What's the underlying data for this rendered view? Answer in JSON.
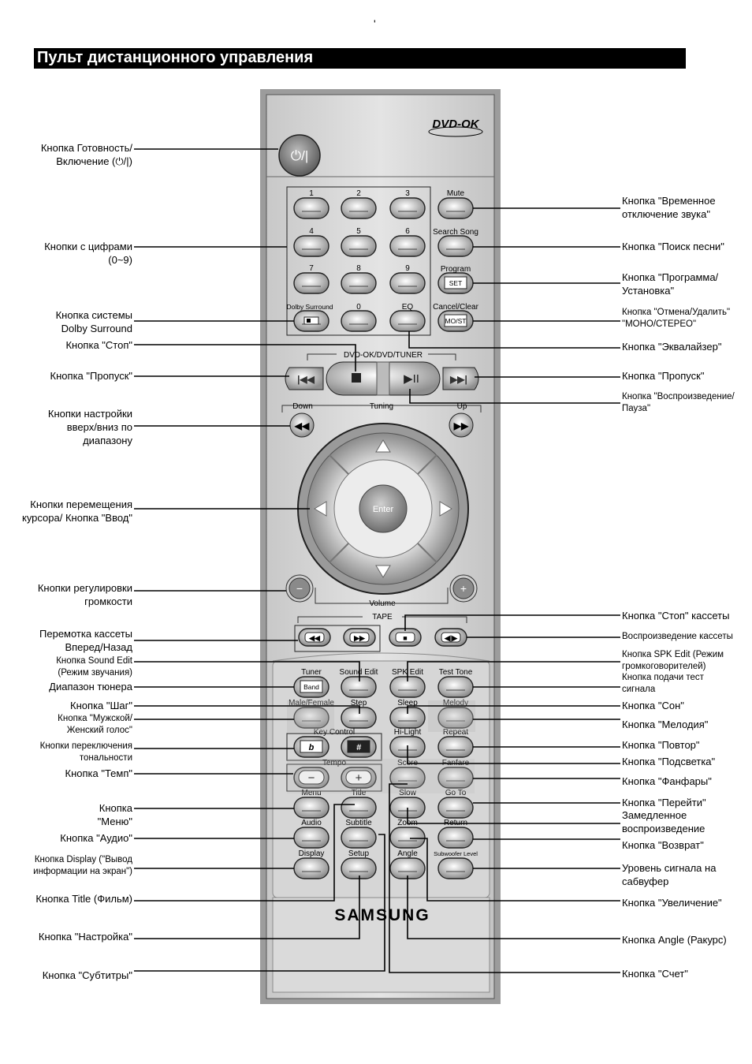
{
  "top_mark": "'",
  "title": "Пульт дистанционного управления",
  "remote": {
    "logo": "DVD-OK",
    "brand": "SAMSUNG",
    "power_symbol": "⏻/|",
    "num": [
      "1",
      "2",
      "3",
      "4",
      "5",
      "6",
      "7",
      "8",
      "9",
      "0"
    ],
    "mute": "Mute",
    "search_song": "Search Song",
    "program": "Program",
    "set": "SET",
    "dolby": "Dolby Surround",
    "eq": "EQ",
    "cancel": "Cancel/Clear",
    "mo_st": "MO/ST",
    "group_dvd": "DVD-OK/DVD/TUNER",
    "down": "Down",
    "tuning": "Tuning",
    "up": "Up",
    "enter": "Enter",
    "volume": "Volume",
    "tape": "TAPE",
    "tuner": "Tuner",
    "band": "Band",
    "sound_edit": "Sound Edit",
    "spk_edit": "SPK Edit",
    "test_tone": "Test Tone",
    "male_female": "Male/Female",
    "step": "Step",
    "sleep": "Sleep",
    "melody": "Melody",
    "key_control": "Key Control",
    "flat": "b",
    "sharp": "#",
    "hi_light": "Hi-Light",
    "repeat": "Repeat",
    "tempo": "Tempo",
    "score": "Score",
    "fanfare": "Fanfare",
    "menu": "Menu",
    "title_btn": "Title",
    "slow": "Slow",
    "go_to": "Go To",
    "audio": "Audio",
    "subtitle": "Subtitle",
    "zoom": "Zoom",
    "return": "Return",
    "display": "Display",
    "setup": "Setup",
    "angle": "Angle",
    "subwoofer": "Subwoofer Level"
  },
  "labels_left": [
    "Кнопка Готовность/\nВключение (⏻/|)",
    "Кнопки с цифрами\n(0~9)",
    "Кнопка системы\nDolby Surround",
    "Кнопка \"Стоп\"",
    "Кнопка \"Пропуск\"",
    "Кнопки настройки\nвверх/вниз по\nдиапазону",
    "Кнопки перемещения\nкурсора/ Кнопка \"Ввод\"",
    "Кнопки регулировки\nгромкости",
    "Перемотка кассеты\nВперед/Назад",
    "Кнопка Sound Edit\n(Режим звучания)",
    "Диапазон тюнера",
    "Кнопка \"Шаг\"",
    "Кнопка \"Мужской/\nЖенский голос\"",
    "Кнопки переключения\nтональности",
    "Кнопка \"Темп\"",
    "Кнопка\n\"Меню\"",
    "Кнопка \"Аудио\"",
    "Кнопка Display (\"Вывод\nинформации на экран\")",
    "Кнопка Title (Фильм)",
    "Кнопка \"Настройка\"",
    "Кнопка \"Субтитры\""
  ],
  "labels_right": [
    "Кнопка \"Временное\nотключение звука\"",
    "Кнопка \"Поиск песни\"",
    "Кнопка \"Программа/\nУстановка\"",
    "Кнопка \"Отмена/Удалить\"\n\"МОНО/СТЕРЕО\"",
    "Кнопка \"Эквалайзер\"",
    "Кнопка \"Пропуск\"",
    "Кнопка \"Воспроизведение/\nПауза\"",
    "Кнопка \"Стоп\" кассеты",
    "Воспроизведение кассеты",
    "Кнопка SPK Edit (Режим\nгромкоговорителей)",
    "Кнопка подачи тест\nсигнала",
    "Кнопка \"Сон\"",
    "Кнопка \"Мелодия\"",
    "Кнопка \"Повтор\"",
    "Кнопка \"Подсветка\"",
    "Кнопка \"Фанфары\"",
    "Кнопка \"Перейти\"",
    "Замедленное\nвоспроизведение",
    "Кнопка \"Возврат\"",
    "Уровень сигнала на\nсабвуфер",
    "Кнопка \"Увеличение\"",
    "Кнопка Angle (Ракурс)",
    "Кнопка \"Счет\""
  ]
}
